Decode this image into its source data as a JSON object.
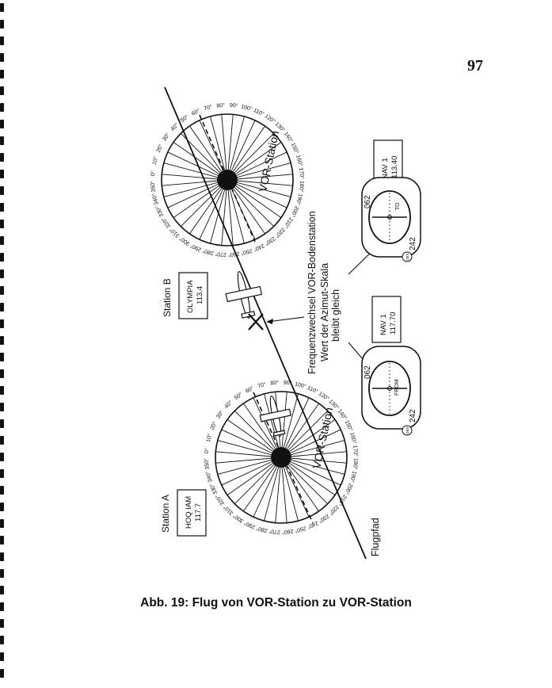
{
  "page": {
    "number": "97"
  },
  "caption": "Abb. 19: Flug von VOR-Station zu VOR-Station",
  "station_a": {
    "name": "Station A",
    "ident": "HOQ IAM",
    "frequency": "117.7",
    "vor_label": "VOR-Station"
  },
  "station_b": {
    "name": "Station B",
    "ident": "OLYMPIA",
    "frequency": "113.4",
    "vor_label": "VOR-Station"
  },
  "azimuth_labels": [
    "0°",
    "10°",
    "20°",
    "30°",
    "40°",
    "50°",
    "60°",
    "70°",
    "80°",
    "90°",
    "100°",
    "110°",
    "120°",
    "130°",
    "140°",
    "150°",
    "160°",
    "170°",
    "180°",
    "190°",
    "200°",
    "210°",
    "220°",
    "230°",
    "240°",
    "250°",
    "260°",
    "270°",
    "280°",
    "290°",
    "300°",
    "310°",
    "320°",
    "330°",
    "340°",
    "350°"
  ],
  "annotations": {
    "frequency_change": "Frequenzwechsel VOR-Bodenstation",
    "scale_line1": "Wert der Azimut-Skala",
    "scale_line2": "bleibt gleich",
    "flight_path": "Flugpfad"
  },
  "instrument_1": {
    "nav": "NAV 1",
    "frequency": "117.70",
    "obs_top": "062",
    "obs_bottom": "242",
    "flag": "FROM",
    "obs_knob": "OBS"
  },
  "instrument_2": {
    "nav": "NAV 1",
    "frequency": "113.40",
    "obs_top": "062",
    "obs_bottom": "242",
    "flag": "TO",
    "obs_knob": "OBS"
  }
}
